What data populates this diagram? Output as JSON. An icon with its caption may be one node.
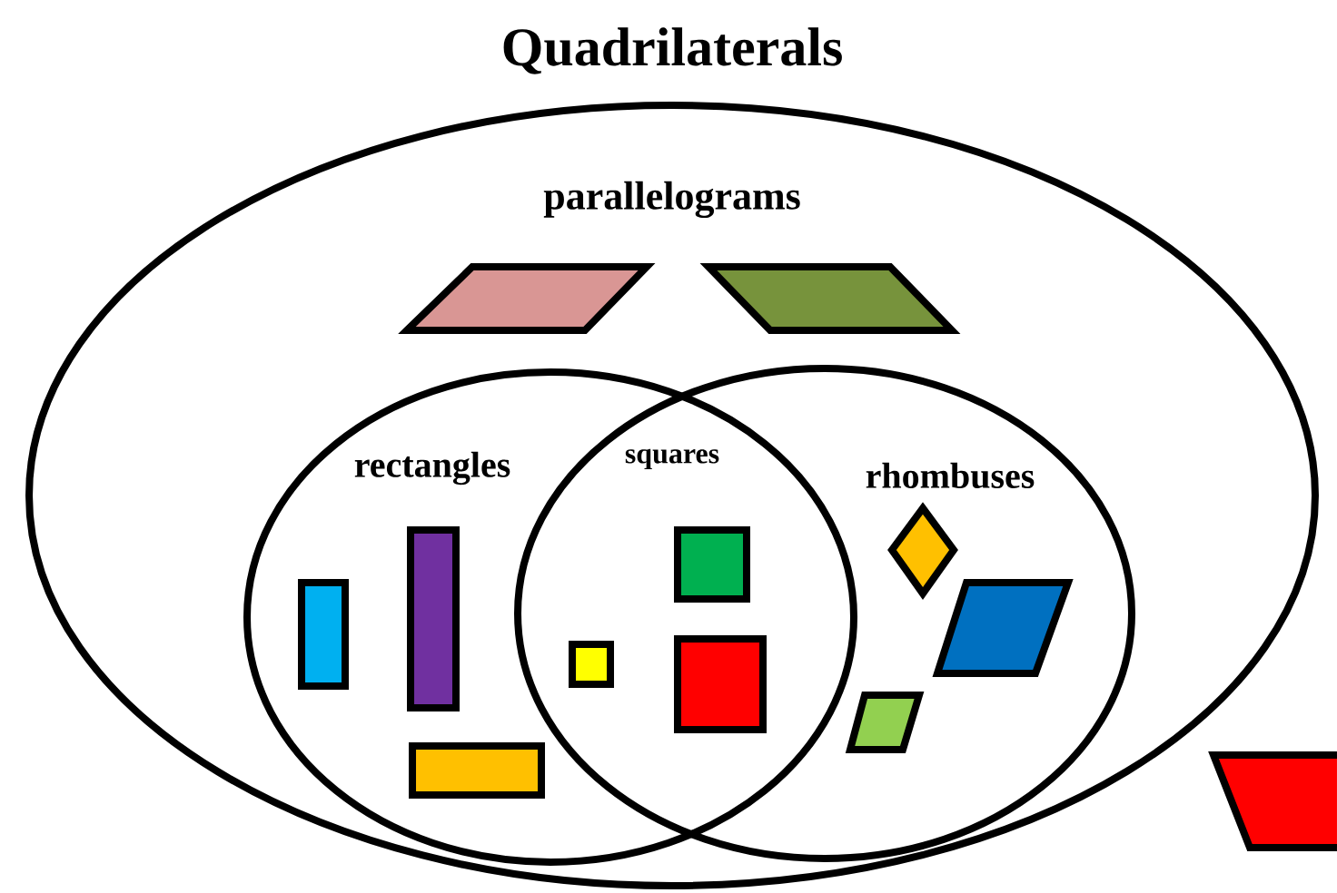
{
  "diagram": {
    "title": "Quadrilaterals",
    "nodes": [
      {
        "text": [
          "parallelograms"
        ]
      },
      {
        "text": [
          "rectangles"
        ],
        "in": 0
      },
      {
        "text": [
          "rhombuses"
        ],
        "in": 0
      }
    ],
    "edges": [],
    "labels": [
      "squares"
    ]
  }
}
